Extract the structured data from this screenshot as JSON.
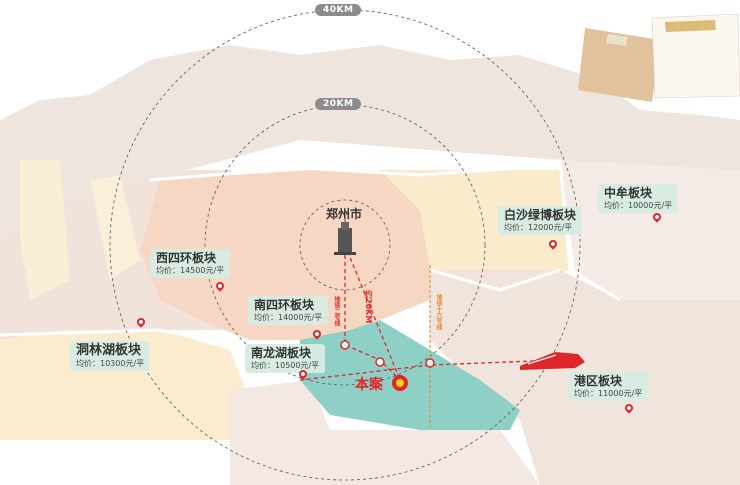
{
  "rings": {
    "outer_label": "40KM",
    "inner_label": "20KM"
  },
  "center": {
    "name": "郑州市"
  },
  "project": {
    "name": "本案"
  },
  "route_labels": {
    "distance": "约20KM",
    "line_left": "地铁二号线",
    "line_right": "地铁十六号线"
  },
  "districts": [
    {
      "id": "zhongmou",
      "name": "中牟板块",
      "price": "均价：10000元/平"
    },
    {
      "id": "baisha",
      "name": "白沙绿博板块",
      "price": "均价：12000元/平"
    },
    {
      "id": "xisihuan",
      "name": "西四环板块",
      "price": "均价：14500元/平"
    },
    {
      "id": "nansihuan",
      "name": "南四环板块",
      "price": "均价：14000元/平"
    },
    {
      "id": "nanlonghu",
      "name": "南龙湖板块",
      "price": "均价：10500元/平"
    },
    {
      "id": "donglinhu",
      "name": "洞林湖板块",
      "price": "均价：10300元/平"
    },
    {
      "id": "gangqu",
      "name": "港区板块",
      "price": "均价：11000元/平"
    }
  ],
  "colors": {
    "land": "#efe2da",
    "zone_orange": "#f6d9c7",
    "zone_yellow": "#faeccc",
    "project_zone": "#8fd0c6",
    "route": "#e0262a",
    "metro16": "#e8943a",
    "pin": "#e0262a"
  }
}
